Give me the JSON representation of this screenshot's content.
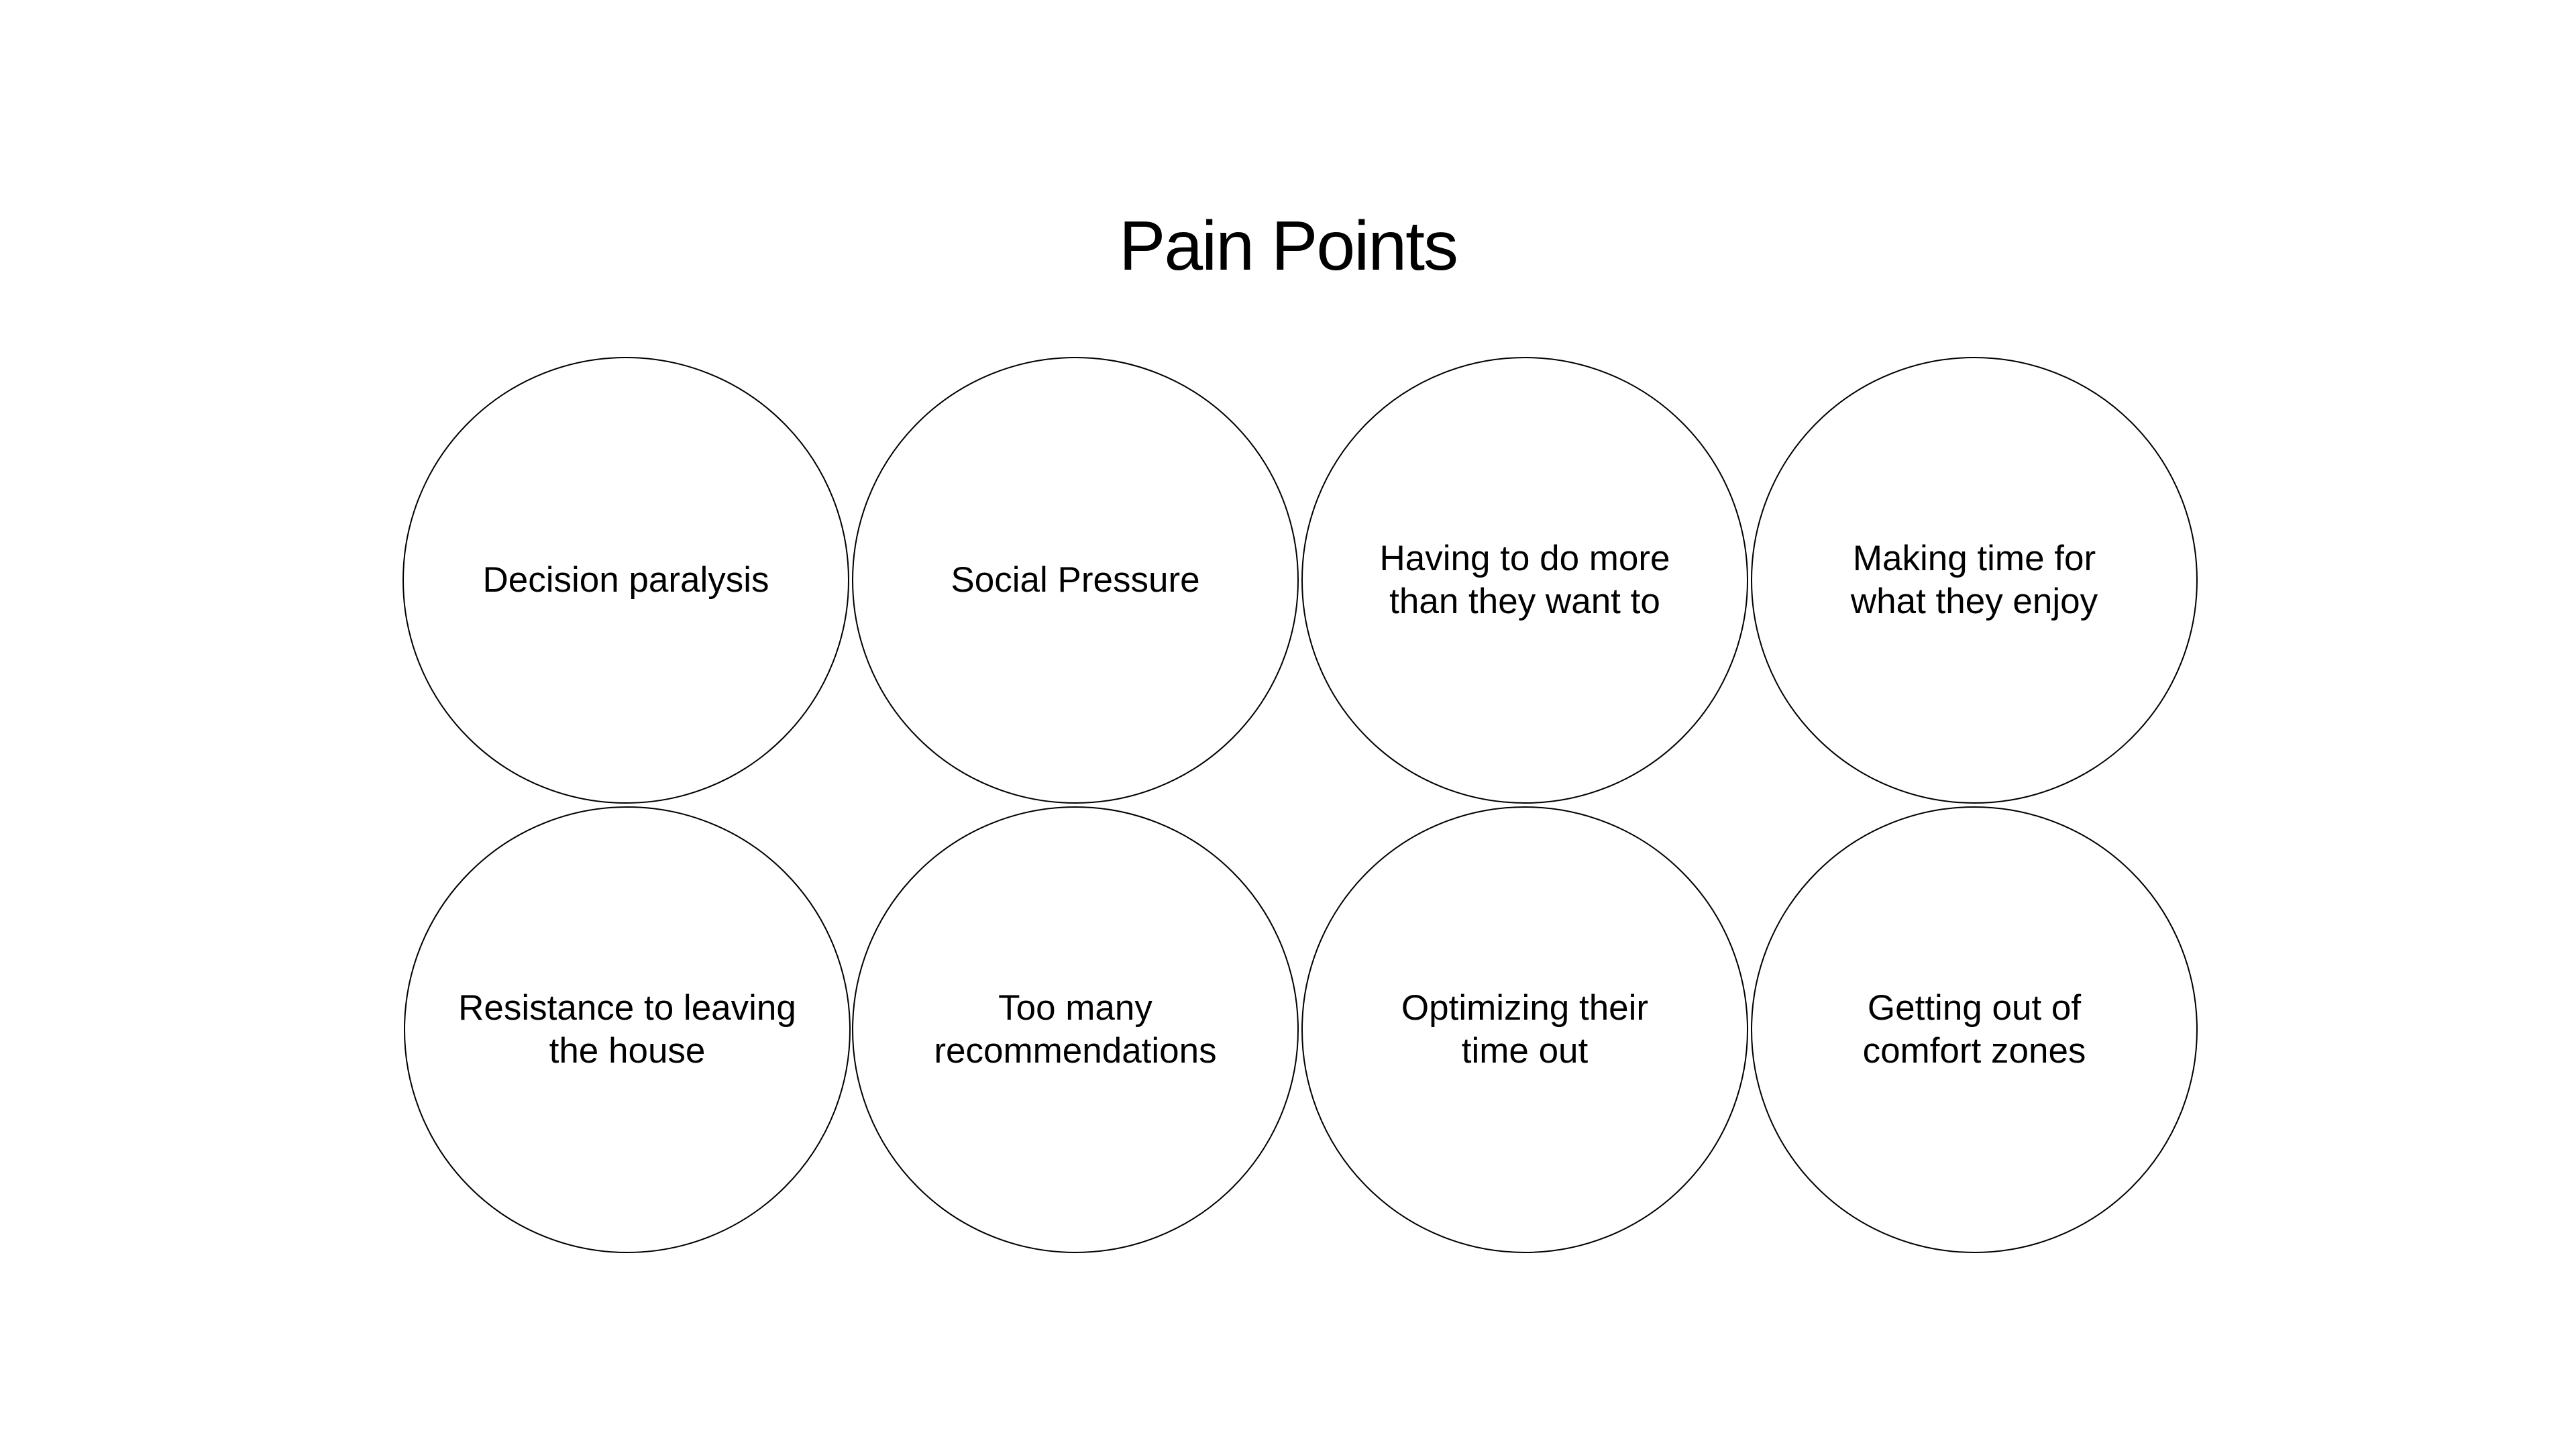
{
  "title": "Pain Points",
  "pain_points": [
    "Decision paralysis",
    "Social Pressure",
    "Having to do more\nthan they want to",
    "Making time for\nwhat they enjoy",
    "Resistance to leaving\nthe house",
    "Too many\nrecommendations",
    "Optimizing their\ntime out",
    "Getting out of\ncomfort zones"
  ],
  "colors": {
    "background": "#ffffff",
    "stroke": "#000000",
    "text": "#000000"
  }
}
